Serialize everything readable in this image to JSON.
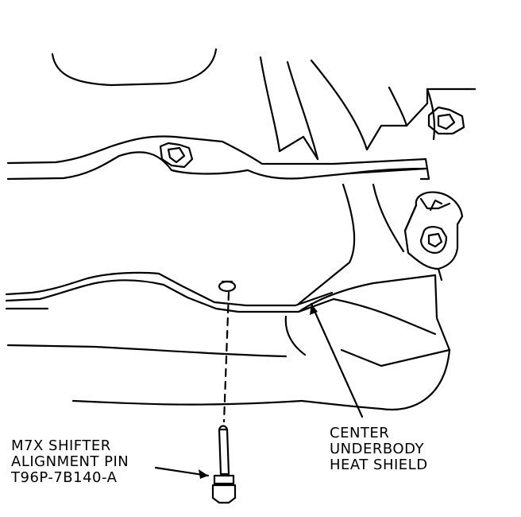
{
  "callouts": {
    "shifter_pin": {
      "lines": [
        "M7X SHIFTER",
        "ALIGNMENT PIN",
        "T96P-7B140-A"
      ]
    },
    "heat_shield": {
      "lines": [
        "CENTER",
        "UNDERBODY",
        "HEAT SHIELD"
      ]
    }
  },
  "colors": {
    "ink": "#000000",
    "paper": "#ffffff"
  },
  "icons": {
    "pointer": "arrow-leader-line"
  }
}
